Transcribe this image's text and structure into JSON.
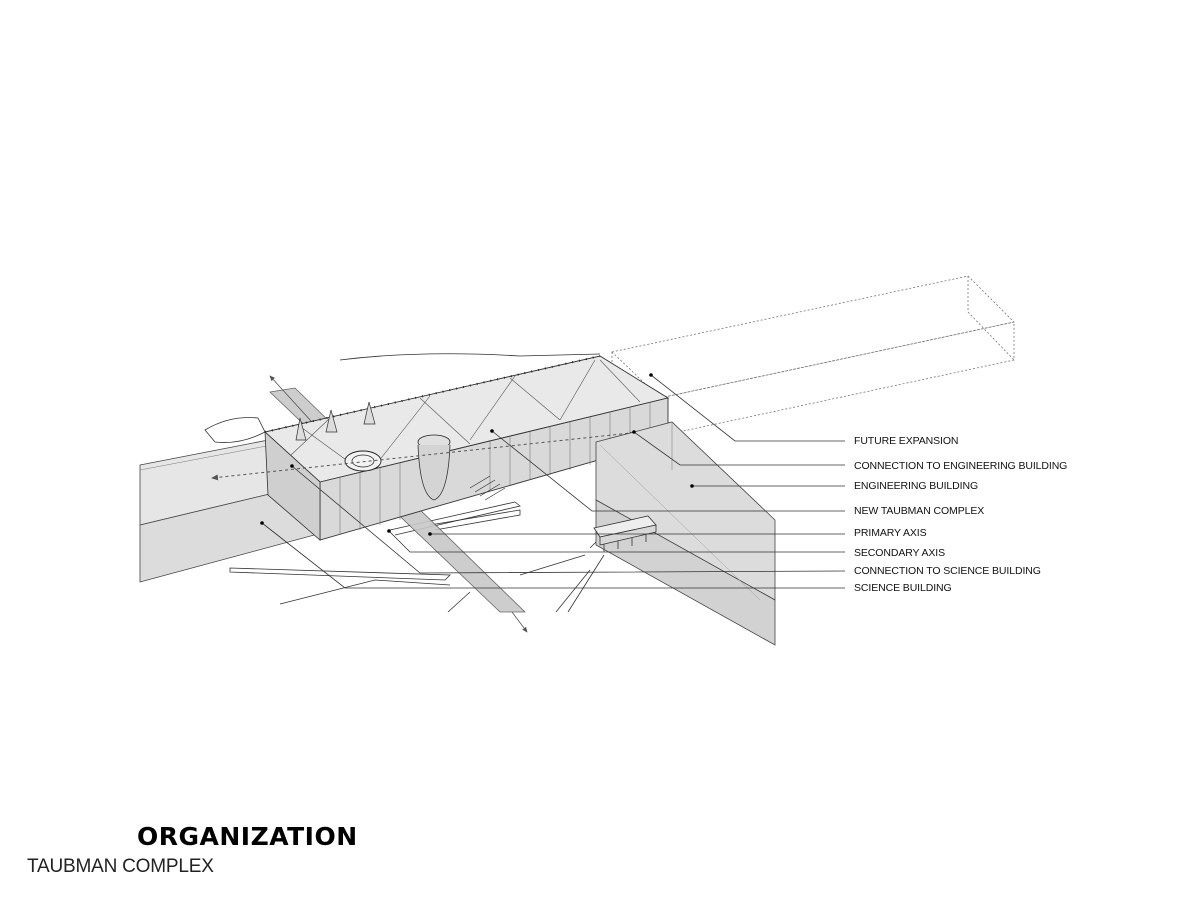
{
  "diagram": {
    "callouts": [
      {
        "id": "future-expansion",
        "label": "FUTURE EXPANSION"
      },
      {
        "id": "connection-engineering",
        "label": "CONNECTION TO ENGINEERING BUILDING"
      },
      {
        "id": "engineering-building",
        "label": "ENGINEERING BUILDING"
      },
      {
        "id": "new-taubman-complex",
        "label": "NEW TAUBMAN COMPLEX"
      },
      {
        "id": "primary-axis",
        "label": "PRIMARY AXIS"
      },
      {
        "id": "secondary-axis",
        "label": "SECONDARY AXIS"
      },
      {
        "id": "connection-science",
        "label": "CONNECTION TO SCIENCE BUILDING"
      },
      {
        "id": "science-building",
        "label": "SCIENCE BUILDING"
      }
    ]
  },
  "footer": {
    "title": "ORGANIZATION",
    "subtitle": "TAUBMAN COMPLEX"
  }
}
